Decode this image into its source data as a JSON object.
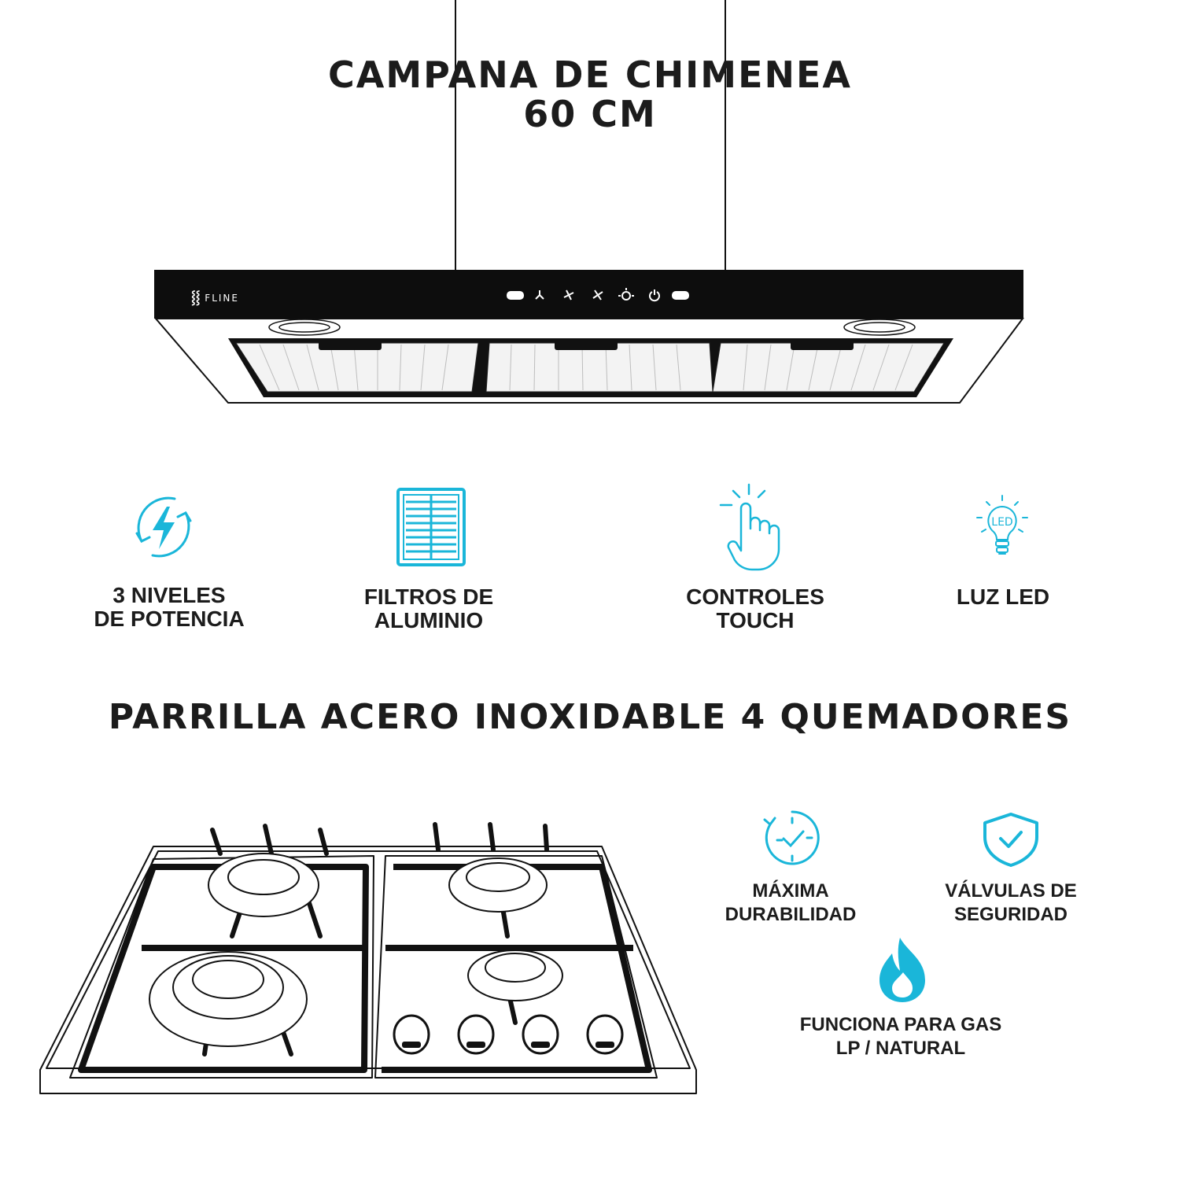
{
  "hood": {
    "title_line1": "CAMPANA DE CHIMENEA",
    "title_line2": "60 CM",
    "brand": "FLINE",
    "features": [
      {
        "icon": "lightning-cycle-icon",
        "label": "3 NIVELES\nDE POTENCIA"
      },
      {
        "icon": "filter-grid-icon",
        "label": "FILTROS DE\nALUMINIO"
      },
      {
        "icon": "touch-hand-icon",
        "label": "CONTROLES\nTOUCH"
      },
      {
        "icon": "led-bulb-icon",
        "label": "LUZ LED",
        "icon_text": "LED"
      }
    ]
  },
  "cooktop": {
    "title": "PARRILLA ACERO INOXIDABLE 4 QUEMADORES",
    "features": [
      {
        "icon": "clock-check-icon",
        "label": "MÁXIMA\nDURABILIDAD"
      },
      {
        "icon": "shield-check-icon",
        "label": "VÁLVULAS DE\nSEGURIDAD"
      },
      {
        "icon": "gas-flame-icon",
        "label": "FUNCIONA PARA GAS\nLP / NATURAL"
      }
    ]
  },
  "colors": {
    "accent": "#1ab6d9",
    "ink": "#1c1c1c",
    "panel": "#0d0d0d"
  }
}
